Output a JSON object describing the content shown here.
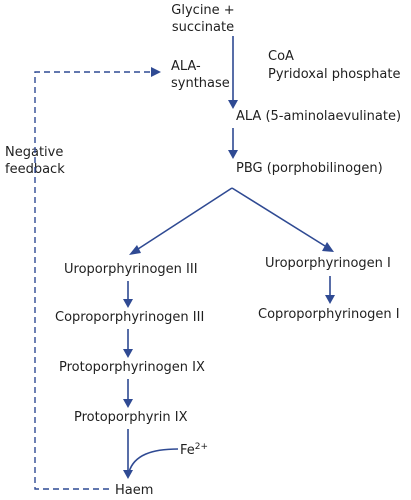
{
  "nodes": {
    "glycine_line1": "Glycine +",
    "glycine_line2": "succinate",
    "coa": "CoA",
    "pyridoxal": "Pyridoxal  phosphate",
    "ala_synthase_line1": "ALA-",
    "ala_synthase_line2": "synthase",
    "ala": "ALA (5-aminolaevulinate)",
    "pbg": "PBG (porphobilinogen)",
    "negative_feedback_line1": "Negative",
    "negative_feedback_line2": "feedback",
    "uroporphyrinogen_iii": "Uroporphyrinogen III",
    "uroporphyrinogen_i": "Uroporphyrinogen I",
    "coproporphyrinogen_iii": "Coproporphyrinogen III",
    "coproporphyrinogen_i": "Coproporphyrinogen I",
    "protoporphyrinogen_ix": "Protoporphyrinogen IX",
    "protoporphyrin_ix": "Protoporphyrin IX",
    "fe_base": "Fe",
    "fe_charge": "2+",
    "haem": "Haem"
  },
  "colors": {
    "arrow": "#2f4a93",
    "text": "#1f1f1f"
  }
}
